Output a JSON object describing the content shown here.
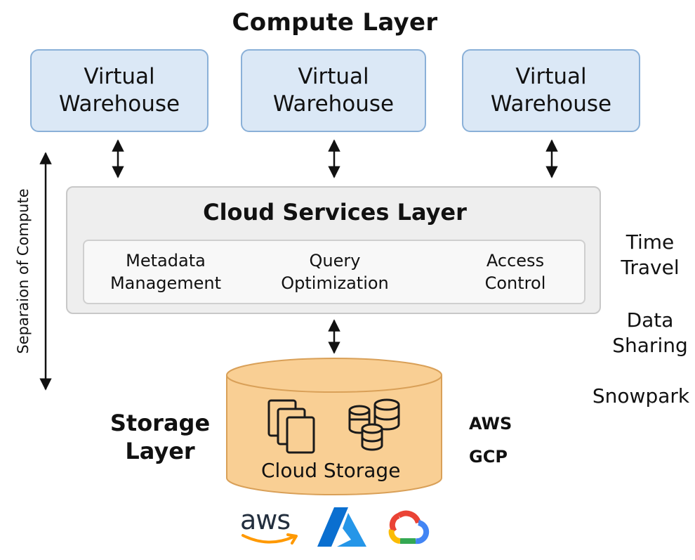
{
  "compute_layer": {
    "title": "Compute Layer",
    "warehouses": [
      {
        "line1": "Virtual",
        "line2": "Warehouse"
      },
      {
        "line1": "Virtual",
        "line2": "Warehouse"
      },
      {
        "line1": "Virtual",
        "line2": "Warehouse"
      }
    ]
  },
  "cloud_services_layer": {
    "title": "Cloud Services Layer",
    "services": [
      {
        "line1": "Metadata",
        "line2": "Management"
      },
      {
        "line1": "Query",
        "line2": "Optimization"
      },
      {
        "line1": "Access",
        "line2": "Control"
      }
    ]
  },
  "separation_label": "Separaion of Compute",
  "features": [
    {
      "line1": "Time",
      "line2": "Travel"
    },
    {
      "line1": "Data",
      "line2": "Sharing"
    },
    {
      "line1": "Snowpark",
      "line2": ""
    }
  ],
  "storage_layer": {
    "title_line1": "Storage",
    "title_line2": "Layer",
    "cylinder_label": "Cloud Storage",
    "providers": [
      "AWS",
      "GCP"
    ]
  },
  "logos": {
    "aws_text": "aws"
  },
  "colors": {
    "warehouse_fill": "#dbe8f6",
    "warehouse_border": "#8ab0d8",
    "services_fill": "#eeeeee",
    "storage_fill": "#f9cf94",
    "storage_border": "#d9a058"
  }
}
